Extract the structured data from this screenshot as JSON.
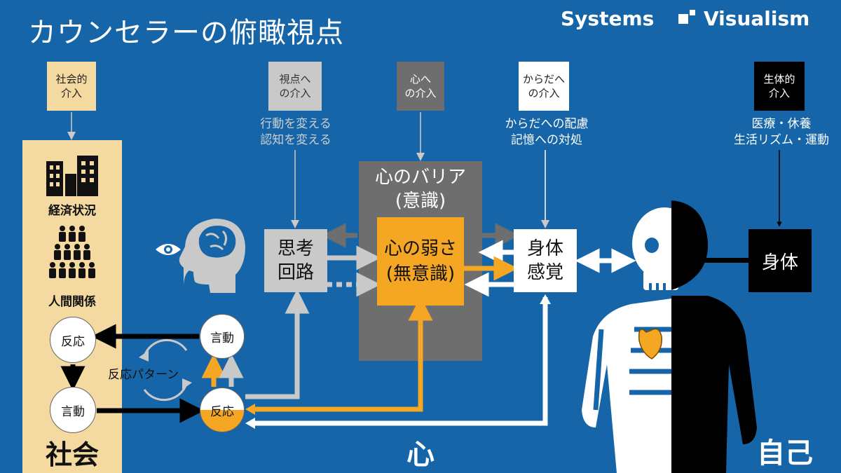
{
  "title": "カウンセラーの俯瞰視点",
  "logo": {
    "word1": "Systems",
    "word2": "Visualism"
  },
  "interventions": {
    "social": "社会的\n介入",
    "viewpoint": "視点へ\nの介入",
    "mind": "心へ\nの介入",
    "body": "からだへ\nの介入",
    "bio": "生体的\n介入"
  },
  "subtexts": {
    "viewpoint": "行動を変える\n認知を変える",
    "body": "からだへの配慮\n記憶への対処",
    "bio": "医療・休養\n生活リズム・運動"
  },
  "society": {
    "economy_label": "経済状況",
    "relations_label": "人間関係",
    "react": "反応",
    "action": "言動",
    "pattern_label": "反応パターン",
    "word": "社会"
  },
  "mind_nodes": {
    "action": "言動",
    "react": "反応",
    "thought": "思考\n回路",
    "barrier_title": "心のバリア\n(意識)",
    "weakness": "心の弱さ\n(無意識)",
    "sense": "身体\n感覚",
    "body": "身体"
  },
  "labels": {
    "mind": "心",
    "self": "自己"
  },
  "colors": {
    "background": "#1565a8",
    "social": "#f4d9a0",
    "gray": "#c9c9c9",
    "dark_gray": "#6e6e6e",
    "orange": "#f5a623",
    "white": "#ffffff",
    "black": "#000000"
  },
  "icons": [
    "buildings-icon",
    "people-group-icon",
    "eye-icon",
    "brain-head-icon",
    "skeleton-body-icon",
    "heart-icon",
    "cycle-arrow-icon"
  ]
}
